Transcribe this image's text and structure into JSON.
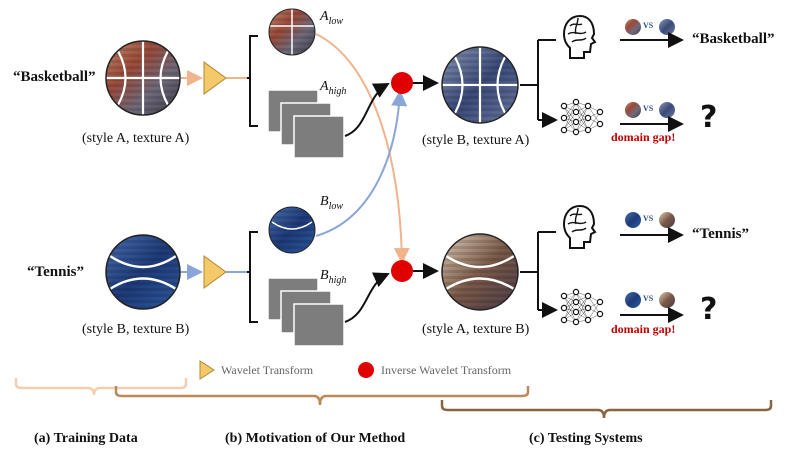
{
  "colors": {
    "input_arrow": "#f0b48c",
    "blue_arrow": "#8aa6d8",
    "red_node": "#e00000",
    "triangle": "#f5c86a",
    "panel": "#7d7d7d",
    "brace_left": "#f3cfb0",
    "brace_mid": "#b98a5a",
    "brace_right": "#8a6440",
    "gap_text": "#c00000"
  },
  "inputs": {
    "basketball": {
      "label": "“Basketball”",
      "caption": "(style A, texture A)"
    },
    "tennis": {
      "label": "“Tennis”",
      "caption": "(style B, texture B)"
    }
  },
  "components": {
    "a_low": {
      "base": "A",
      "sub": "low"
    },
    "a_high": {
      "base": "A",
      "sub": "high"
    },
    "b_low": {
      "base": "B",
      "sub": "low"
    },
    "b_high": {
      "base": "B",
      "sub": "high"
    }
  },
  "outputs": {
    "top": {
      "caption": "(style B, texture A)"
    },
    "bottom": {
      "caption": "(style A, texture B)"
    }
  },
  "testing": {
    "human_top": "“Basketball”",
    "human_bottom": "“Tennis”",
    "gap_top": "domain gap!",
    "gap_bottom": "domain gap!",
    "question": "?",
    "vs": "VS"
  },
  "legend": {
    "wavelet": "Wavelet Transform",
    "inverse": "Inverse Wavelet Transform",
    "icons": [
      "triangle-icon",
      "red-dot-icon",
      "brain-icon",
      "neural-network-icon",
      "basketball-icon",
      "tennis-ball-icon"
    ]
  },
  "sections": {
    "a": "(a) Training Data",
    "b": "(b) Motivation of Our Method",
    "c": "(c) Testing Systems"
  }
}
